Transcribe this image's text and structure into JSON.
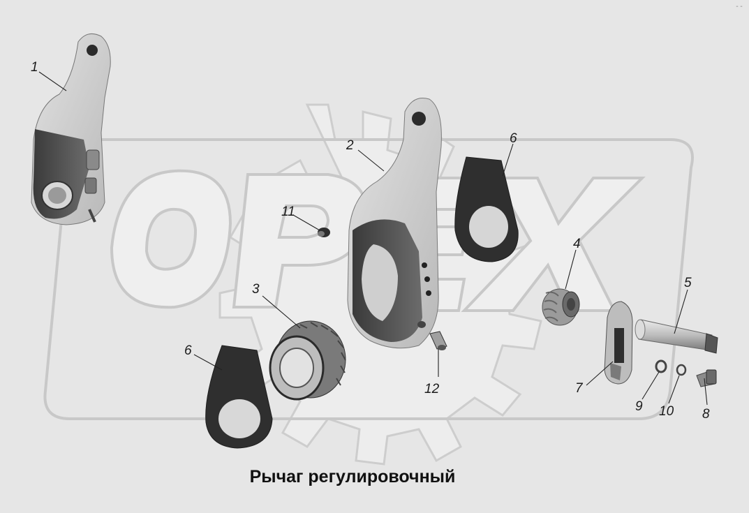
{
  "caption": "Рычаг регулировочный",
  "watermark": "OPEX",
  "corner_mark": "--",
  "colors": {
    "background": "#e6e6e6",
    "part_light": "#d4d4d4",
    "part_mid": "#a9a9a9",
    "part_dark": "#555555",
    "part_black": "#2e2e2e",
    "watermark_fill": "#eeeeee",
    "watermark_stroke": "#cfcfcf"
  },
  "parts": [
    {
      "id": "1",
      "label": "1",
      "name": "adjusting-lever-assembly"
    },
    {
      "id": "2",
      "label": "2",
      "name": "lever-body"
    },
    {
      "id": "3",
      "label": "3",
      "name": "worm-gear"
    },
    {
      "id": "4",
      "label": "4",
      "name": "worm"
    },
    {
      "id": "5",
      "label": "5",
      "name": "worm-shaft"
    },
    {
      "id": "6a",
      "label": "6",
      "name": "cover-plate-upper"
    },
    {
      "id": "6b",
      "label": "6",
      "name": "cover-plate-lower"
    },
    {
      "id": "7",
      "label": "7",
      "name": "lock-plate"
    },
    {
      "id": "8",
      "label": "8",
      "name": "bolt"
    },
    {
      "id": "9",
      "label": "9",
      "name": "washer"
    },
    {
      "id": "10",
      "label": "10",
      "name": "spring-washer"
    },
    {
      "id": "11",
      "label": "11",
      "name": "plug"
    },
    {
      "id": "12",
      "label": "12",
      "name": "grease-fitting"
    }
  ]
}
